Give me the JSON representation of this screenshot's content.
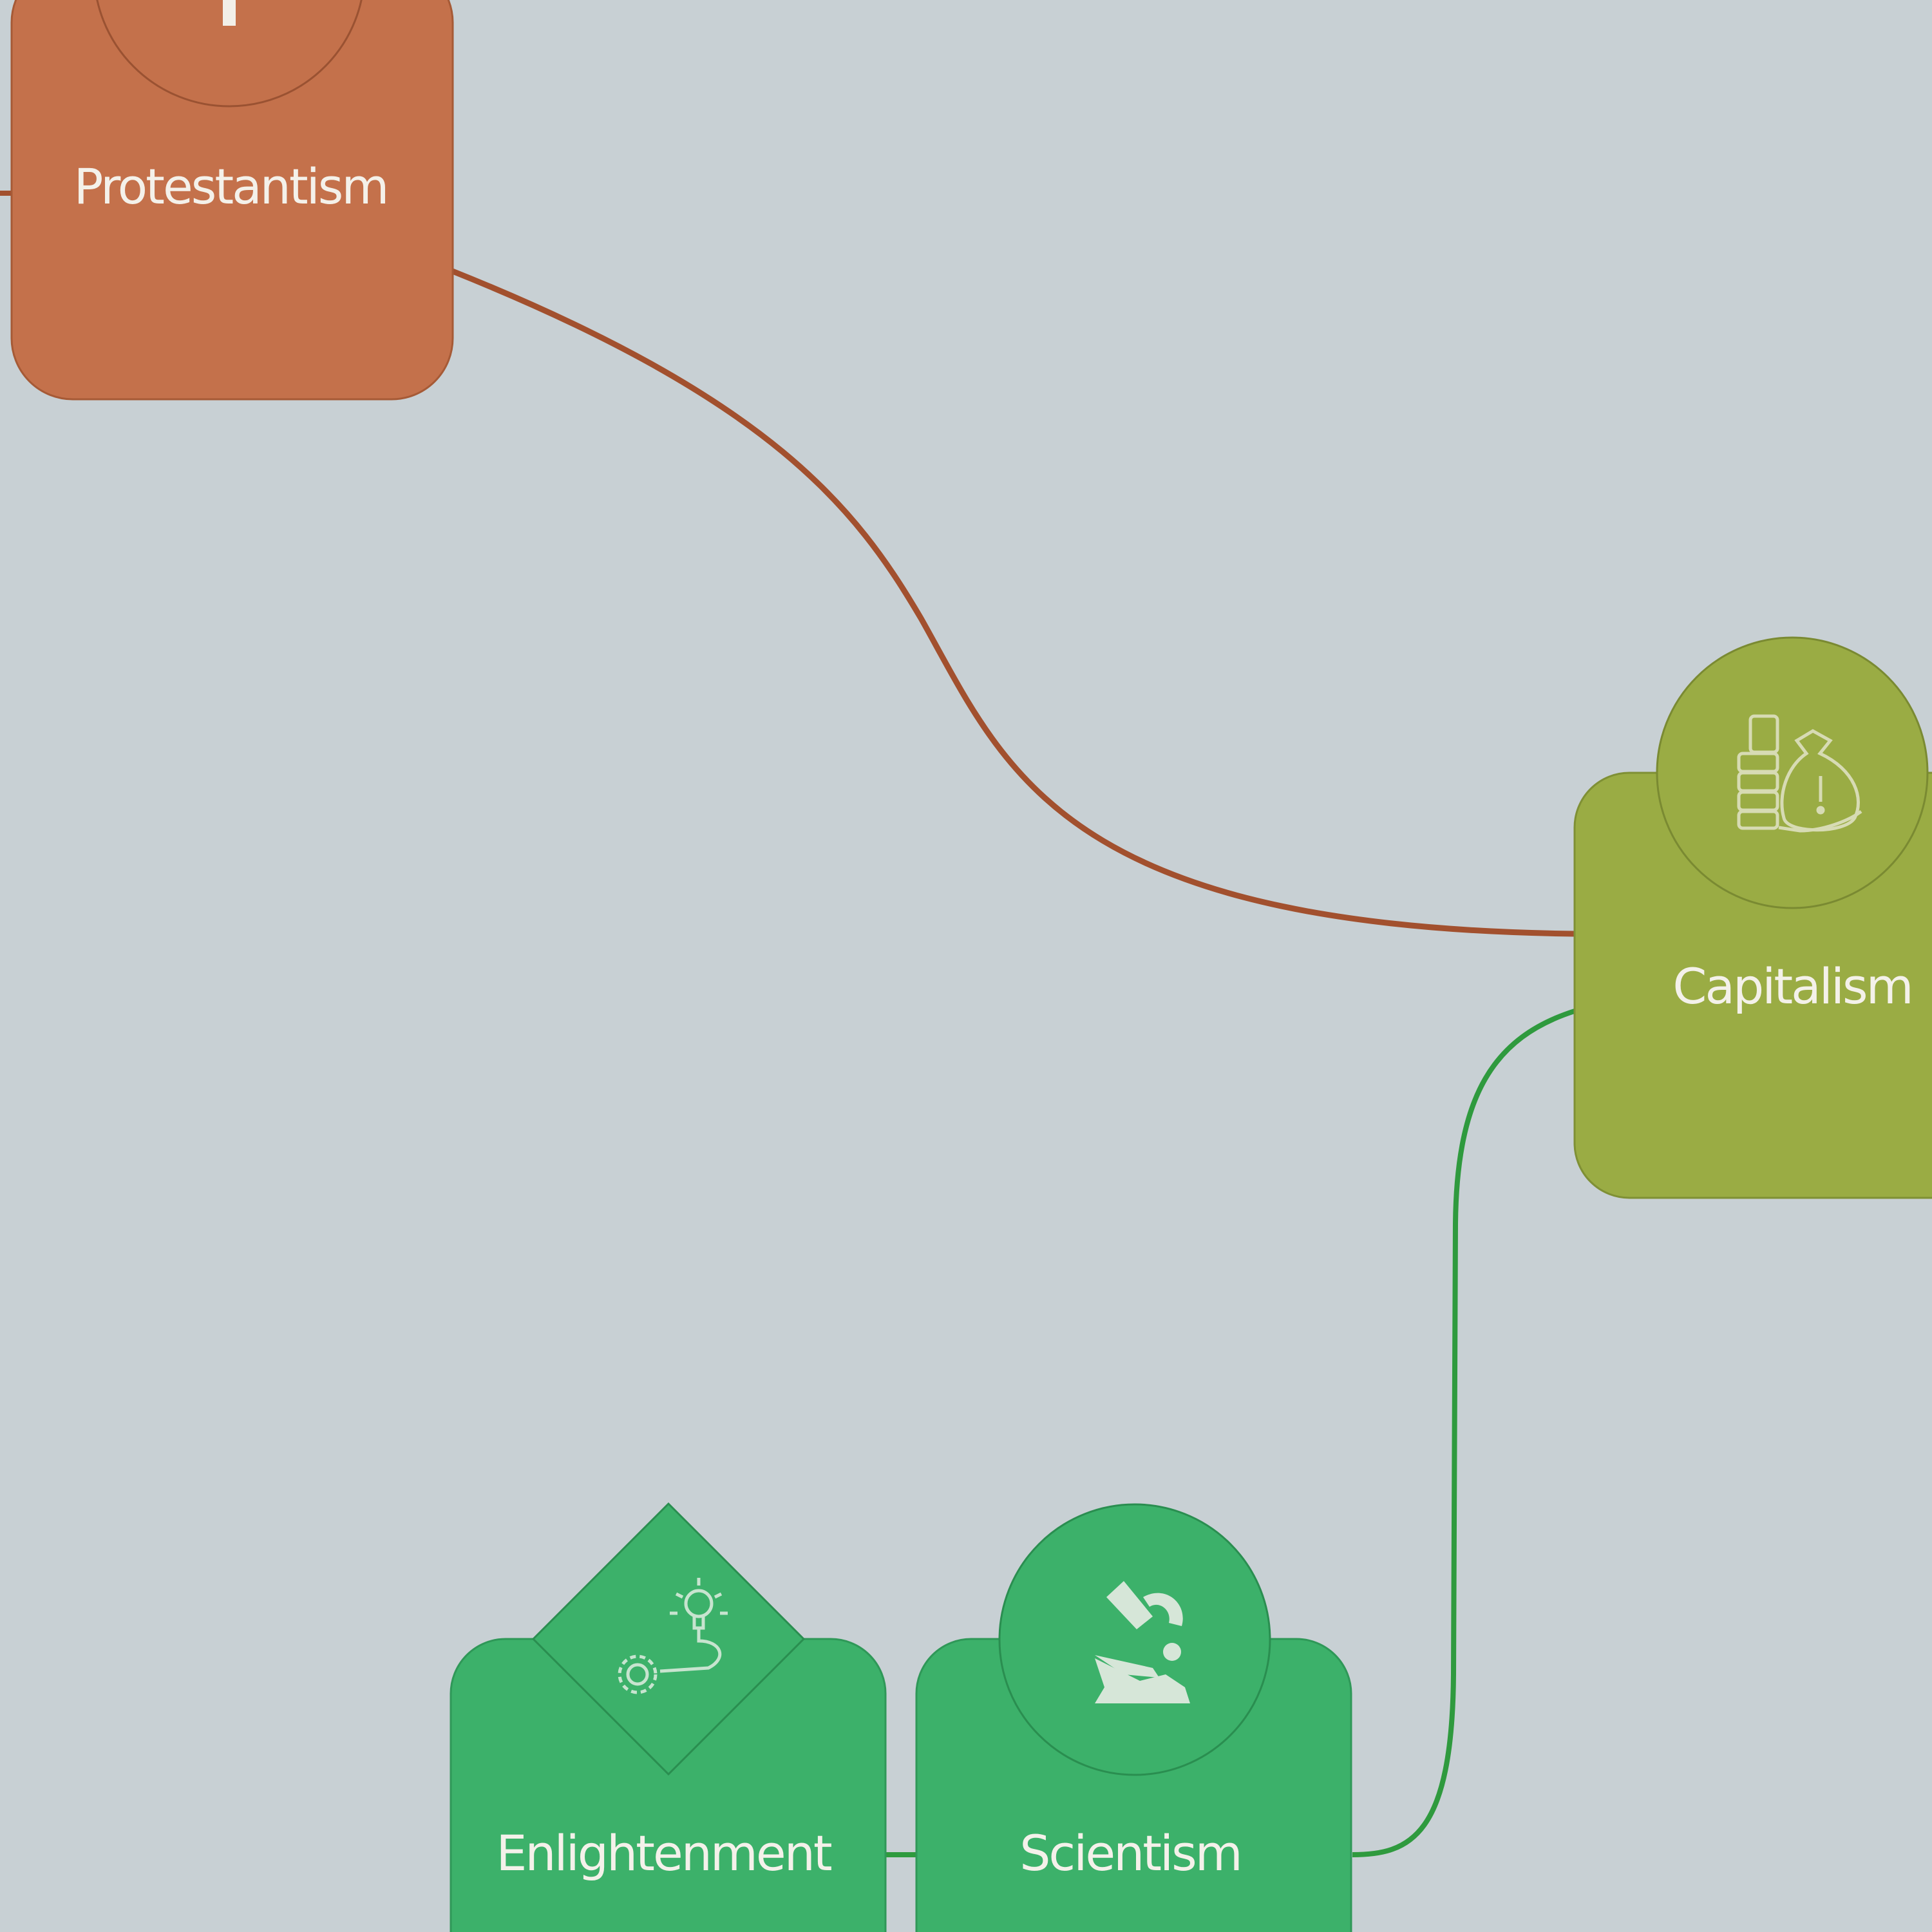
{
  "diagram": {
    "background": "#c8d0d4",
    "nodes": [
      {
        "id": "protestantism",
        "label": "Protestantism",
        "icon": "cross-icon",
        "badge_shape": "circle",
        "color": "#c4714b"
      },
      {
        "id": "capitalism",
        "label": "Capitalism",
        "icon": "money-bag-coins-icon",
        "badge_shape": "circle",
        "color": "#9aac44"
      },
      {
        "id": "enlightenment",
        "label": "Enlightenment",
        "icon": "lightbulb-gear-icon",
        "badge_shape": "diamond",
        "color": "#3cb16a"
      },
      {
        "id": "scientism",
        "label": "Scientism",
        "icon": "microscope-icon",
        "badge_shape": "circle",
        "color": "#3cb16a"
      }
    ],
    "edges": [
      {
        "from": "protestantism",
        "to": "capitalism",
        "color": "#a2502e"
      },
      {
        "from": "scientism",
        "to": "capitalism",
        "color": "#2f9a3e"
      },
      {
        "from": "enlightenment",
        "to": "scientism",
        "color": "#2f9a3e"
      }
    ]
  }
}
